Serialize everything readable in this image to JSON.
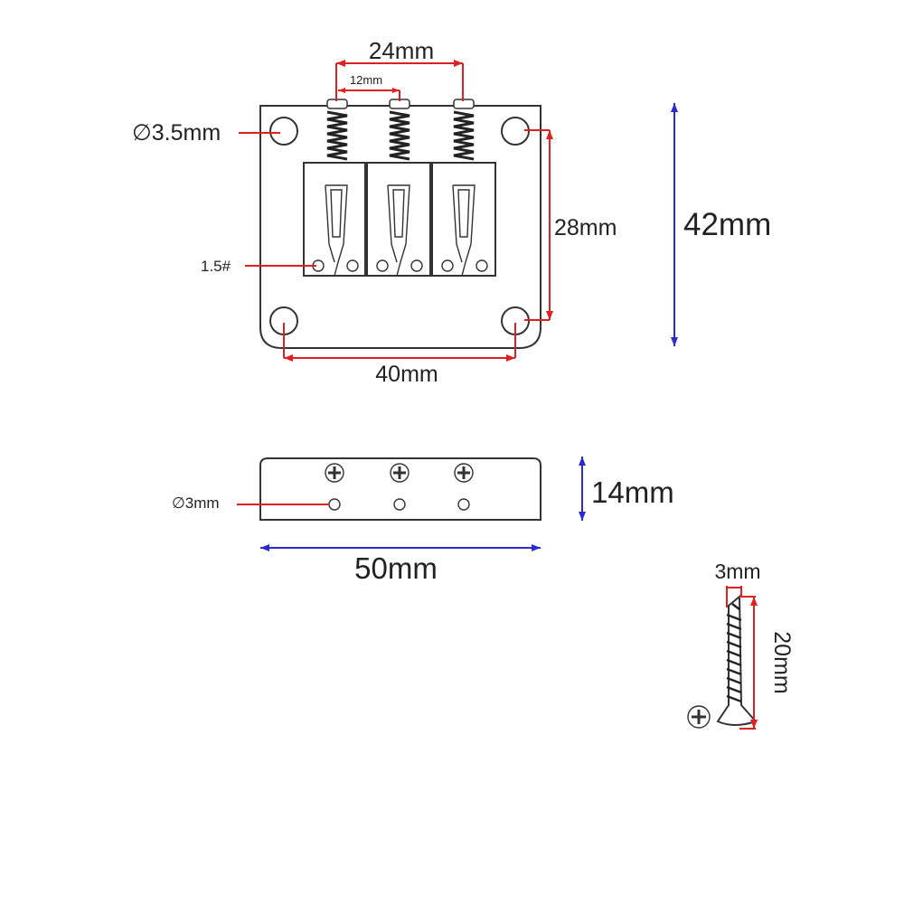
{
  "labels": {
    "spacing_outer": "24mm",
    "spacing_inner": "12mm",
    "hole_diameter": "∅3.5mm",
    "mount_height": "28mm",
    "total_height": "42mm",
    "screw_size": "1.5#",
    "mount_width": "40mm",
    "side_height": "14mm",
    "side_hole": "∅3mm",
    "side_width": "50mm",
    "screw_diameter": "3mm",
    "screw_length": "20mm"
  },
  "colors": {
    "dimension_red": "#e02020",
    "dimension_blue": "#2a2ad0",
    "outline": "#333333"
  }
}
